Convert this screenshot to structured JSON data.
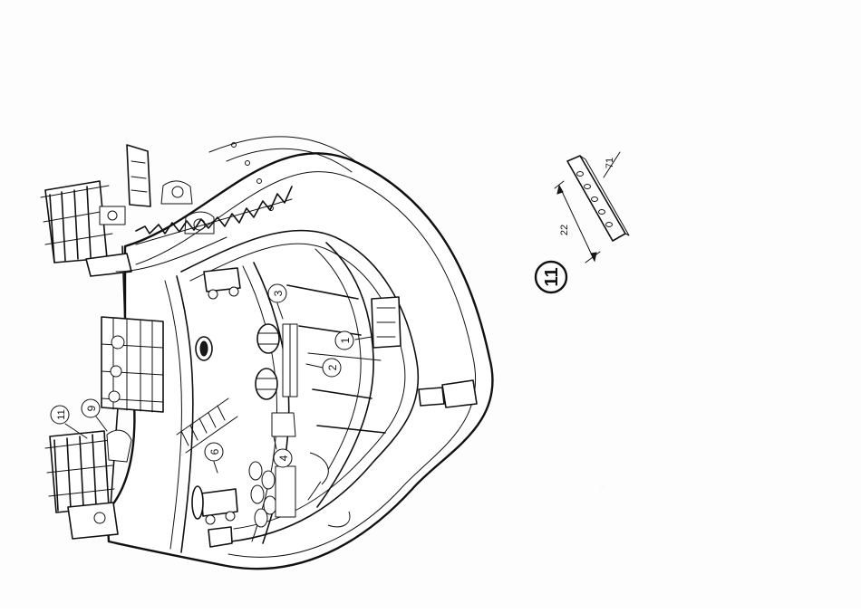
{
  "callouts": {
    "c1": "1",
    "c2": "2",
    "c3": "3",
    "c4": "4",
    "c6": "6",
    "c9": "9",
    "c11": "11"
  },
  "detail": {
    "number": "11",
    "dimension_length": "22",
    "dimension_ref": "71"
  }
}
